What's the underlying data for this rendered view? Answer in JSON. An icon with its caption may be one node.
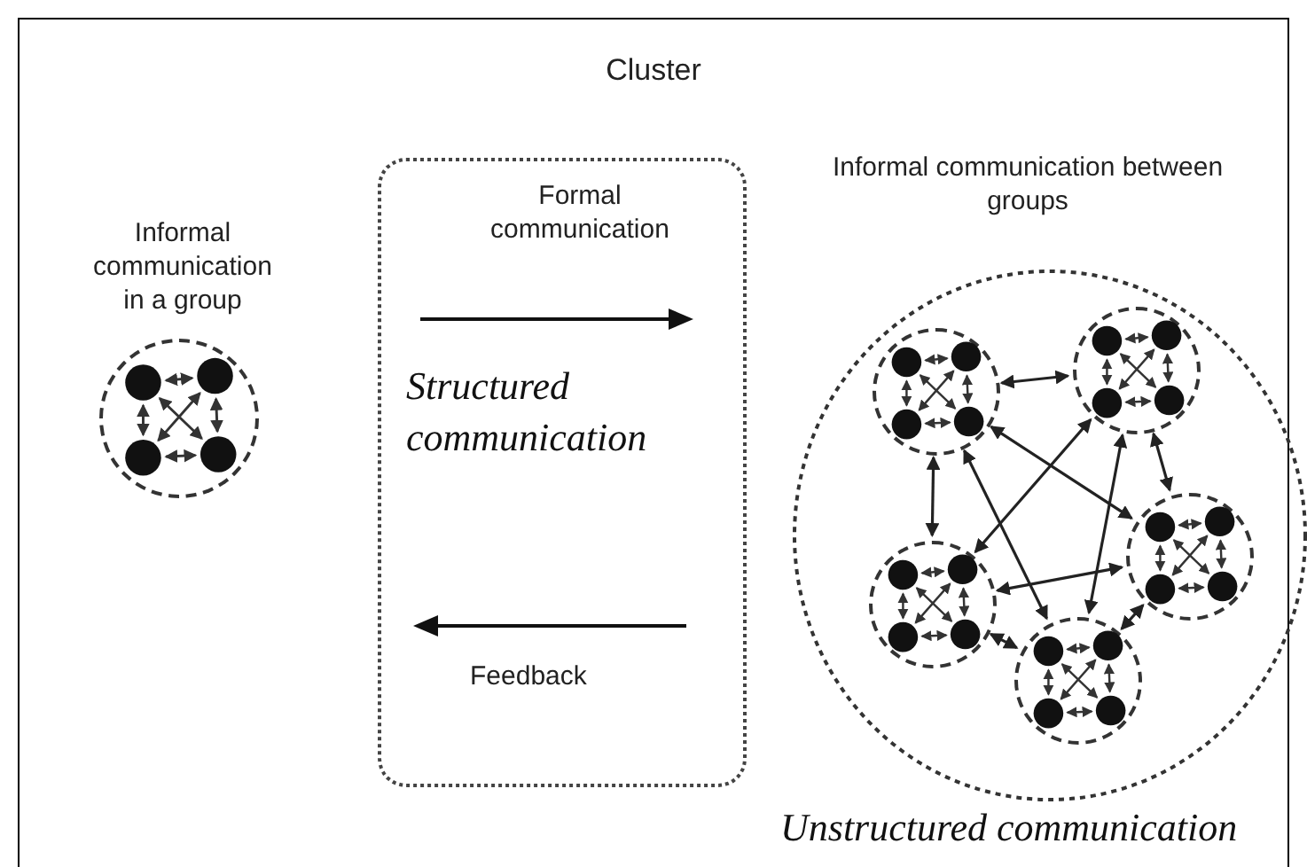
{
  "diagram": {
    "nodes": [
      {
        "text": [
          "Cluster"
        ]
      },
      {
        "text": [
          "Informal communication in a group"
        ],
        "in": 0
      },
      {
        "text": [
          "Formal communication",
          "Structured communication",
          "Feedback"
        ],
        "in": 0
      },
      {
        "text": [
          "Informal communication between groups"
        ],
        "in": 0,
        "beside": [
          "Unstructured communication"
        ]
      },
      {
        "text": [],
        "shape": "circle",
        "in": 3
      },
      {
        "text": [],
        "shape": "circle",
        "in": 3
      },
      {
        "text": [],
        "shape": "circle",
        "in": 3
      },
      {
        "text": [],
        "shape": "circle",
        "in": 3
      },
      {
        "text": [],
        "shape": "circle",
        "in": 3
      }
    ],
    "edges": [
      {
        "from": 4,
        "to": 5,
        "arrow": "both"
      },
      {
        "from": 4,
        "to": 7,
        "arrow": "both"
      },
      {
        "from": 5,
        "to": 7,
        "arrow": "both"
      },
      {
        "from": 4,
        "to": 6,
        "arrow": "both"
      },
      {
        "from": 4,
        "to": 8,
        "arrow": "both"
      },
      {
        "from": 5,
        "to": 8,
        "arrow": "both"
      },
      {
        "from": 5,
        "to": 6,
        "arrow": "both"
      },
      {
        "from": 7,
        "to": 6,
        "arrow": "both"
      },
      {
        "from": 7,
        "to": 8,
        "arrow": "both"
      },
      {
        "from": 8,
        "to": 6,
        "arrow": "both"
      }
    ]
  }
}
